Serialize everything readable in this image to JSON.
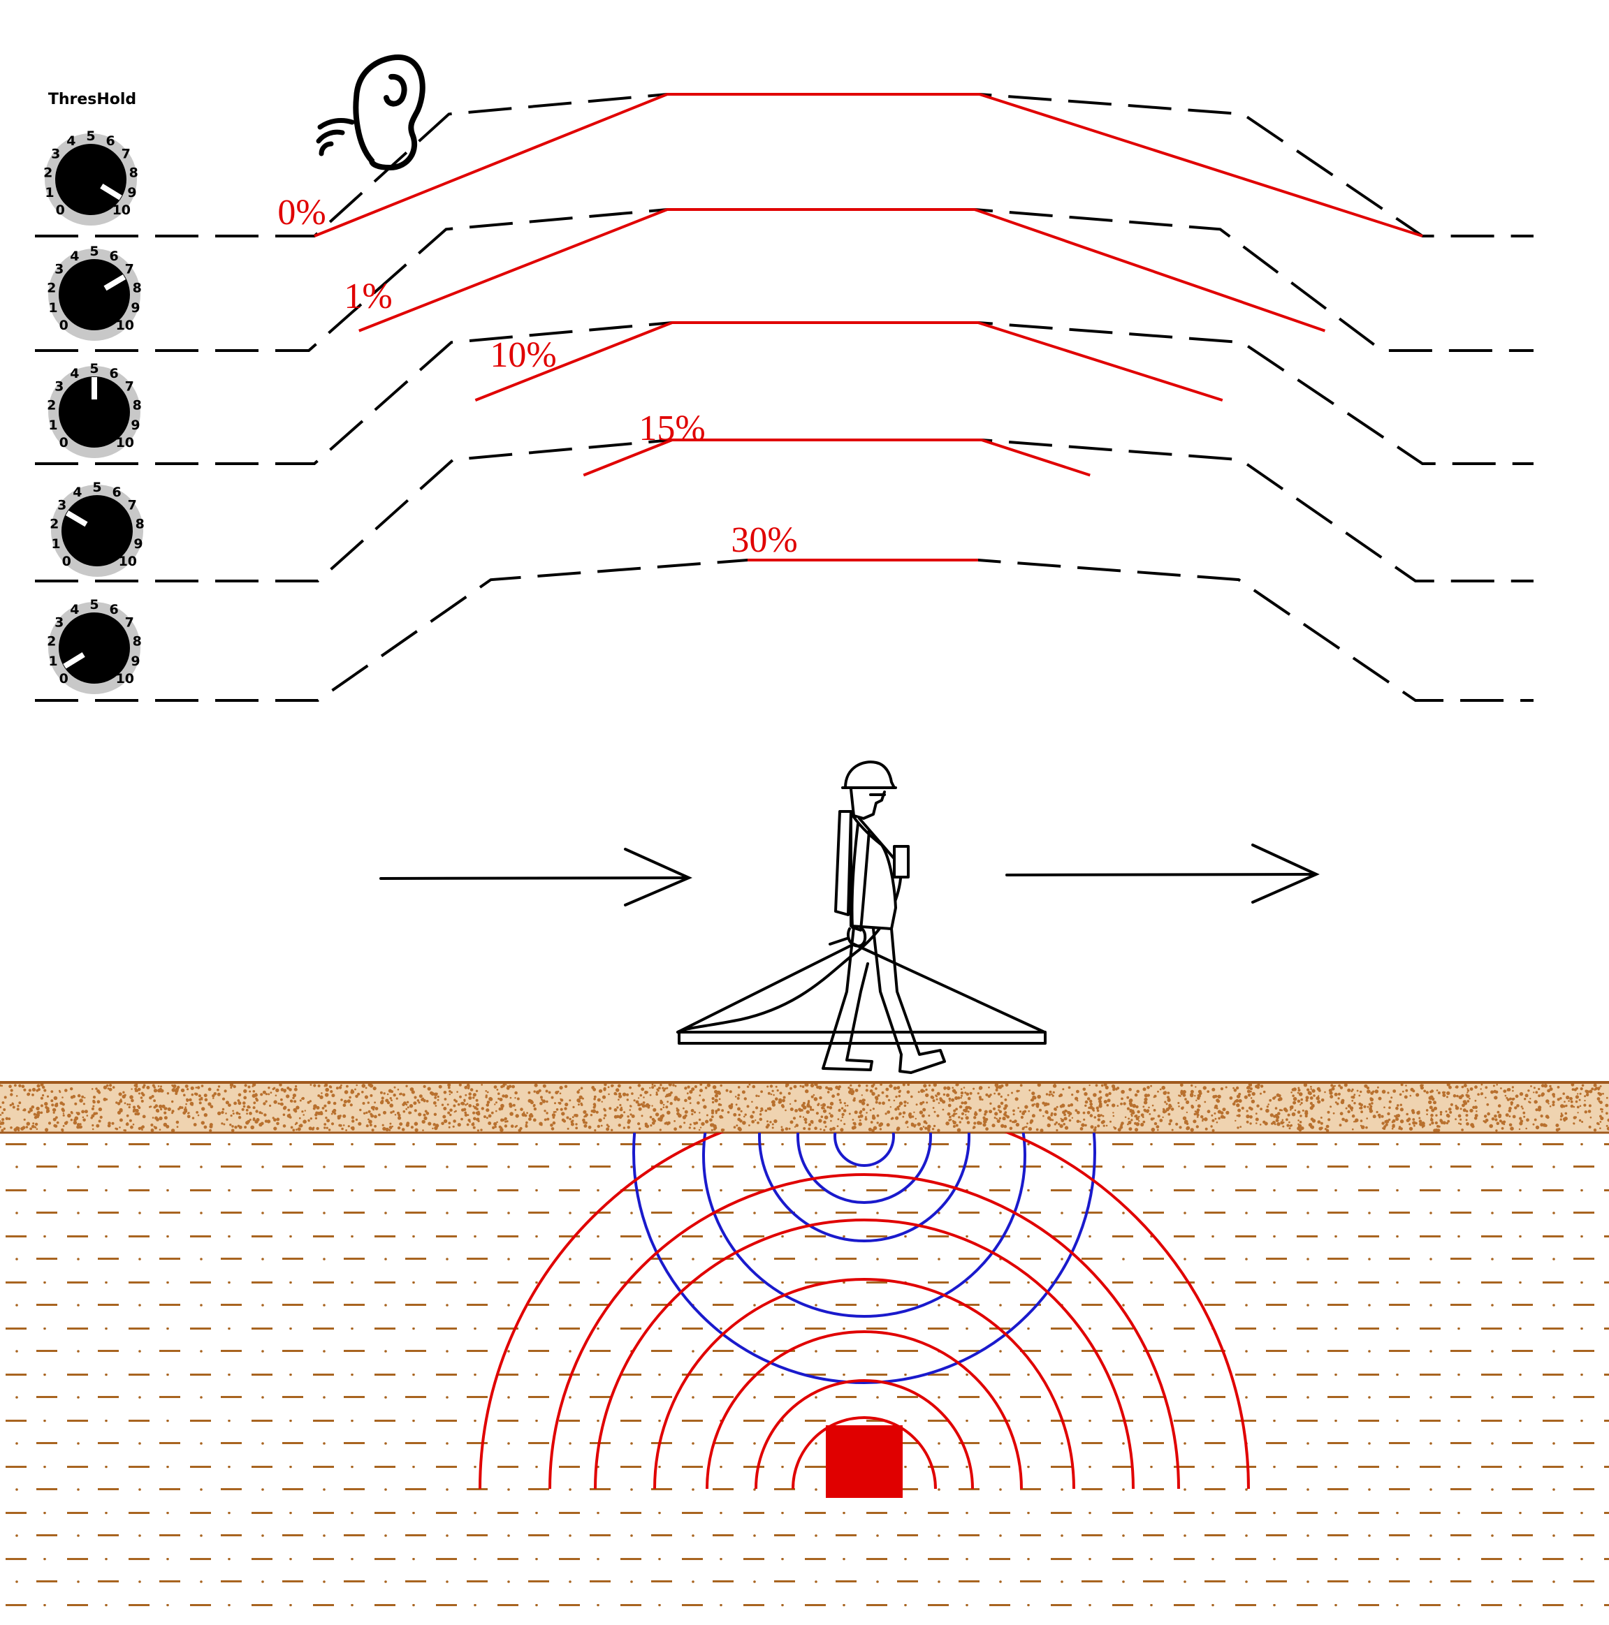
{
  "threshold_label": "ThresHold",
  "dial_numbers": [
    "0",
    "1",
    "2",
    "3",
    "4",
    "5",
    "6",
    "7",
    "8",
    "9",
    "10"
  ],
  "dials": [
    {
      "name": "dial-1",
      "setting": 9.5
    },
    {
      "name": "dial-2",
      "setting": 7.2
    },
    {
      "name": "dial-3",
      "setting": 5
    },
    {
      "name": "dial-4",
      "setting": 2.8
    },
    {
      "name": "dial-5",
      "setting": 0.5
    }
  ],
  "signal_traces": [
    {
      "label": "0%"
    },
    {
      "label": "1%"
    },
    {
      "label": "10%"
    },
    {
      "label": "15%"
    },
    {
      "label": "30%"
    }
  ],
  "icons": {
    "ear": "ear-icon",
    "sound_waves": "sound-wave-icon",
    "operator": "operator-with-detector-icon",
    "direction": "arrow-right-icon",
    "target": "buried-target-icon"
  },
  "colors": {
    "signal": "#e00000",
    "baseline": "#000000",
    "topsoil": "#b8702e",
    "subsoil": "#a86420",
    "target_field": "#e00000",
    "detector_field": "#1a1acc",
    "dial_face": "#c8c8c8",
    "knob": "#000000"
  }
}
